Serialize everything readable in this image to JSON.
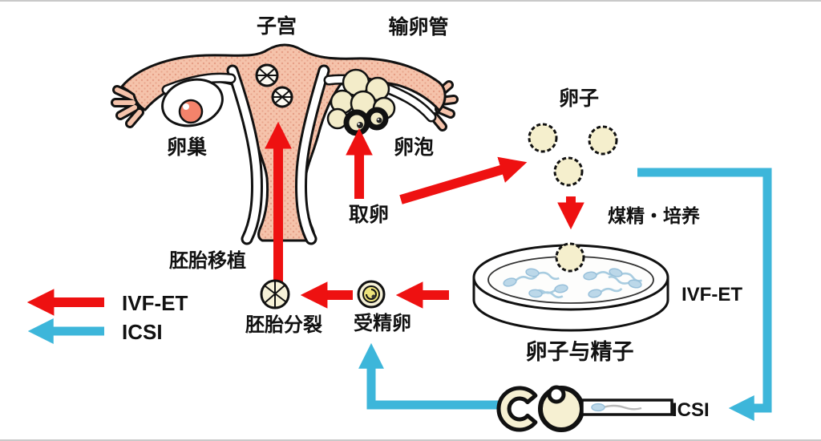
{
  "diagram": {
    "anatomy_labels": {
      "uterus": "子宫",
      "fallopian_tube": "输卵管",
      "ovary": "卵巢",
      "follicle": "卵泡"
    },
    "process_labels": {
      "egg_retrieval": "取卵",
      "eggs": "卵子",
      "insemination_culture": "煤精・培养",
      "embryo_transfer": "胚胎移植",
      "embryo_division": "胚胎分裂",
      "fertilized_egg": "受精卵",
      "eggs_and_sperm": "卵子与精子",
      "ivf_et": "IVF-ET",
      "icsi": "ICSI"
    },
    "legend": {
      "items": [
        {
          "label": "IVF-ET",
          "color": "#ee1111"
        },
        {
          "label": "ICSI",
          "color": "#3db6da"
        }
      ]
    },
    "colors": {
      "red_arrow": "#ee1111",
      "blue_arrow": "#3db6da",
      "uterus_pink": "#f5c3ab",
      "uterus_dot": "#e59e85",
      "egg_cream": "#f5efcd",
      "follicle_cream": "#f3ecc9",
      "ovum_red": "#f4836b",
      "sperm_blue": "#bcd8e9",
      "outline_black": "#111111"
    }
  }
}
